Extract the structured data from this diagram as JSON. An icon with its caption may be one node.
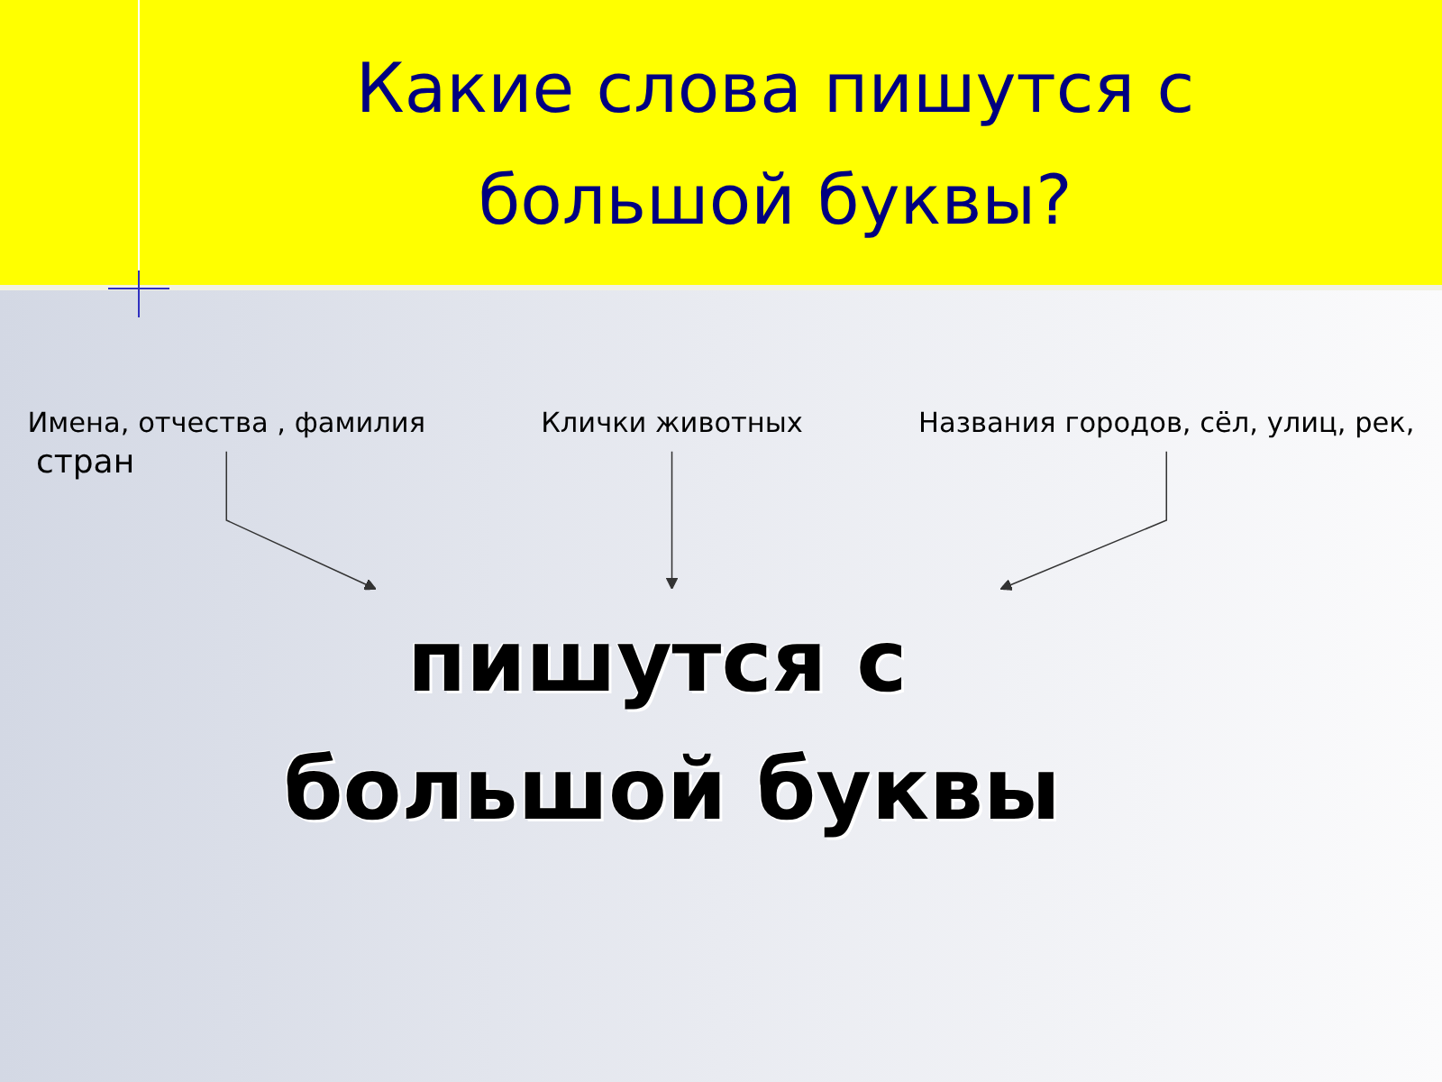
{
  "diagram": {
    "title": "Какие слова пишутся с большой буквы?",
    "nodes": [
      {
        "text": [
          "Имена, отчества , фамилия"
        ]
      },
      {
        "text": [
          "Клички животных"
        ]
      },
      {
        "text": [
          "Названия городов, сёл, улиц, рек,"
        ]
      },
      {
        "text": [
          "пишутся с большой буквы"
        ]
      }
    ],
    "edges": [
      {
        "from": 0,
        "to": 3,
        "arrow": "to"
      },
      {
        "from": 1,
        "to": 3,
        "arrow": "to"
      },
      {
        "from": 2,
        "to": 3,
        "arrow": "to"
      }
    ],
    "labels": [
      "стран"
    ]
  }
}
